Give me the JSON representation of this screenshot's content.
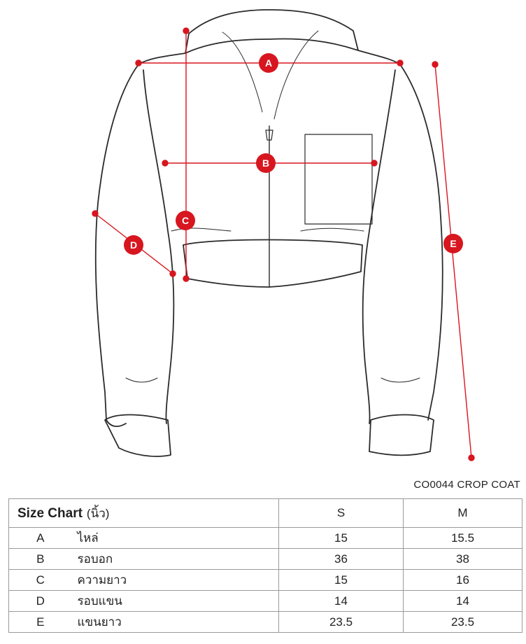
{
  "product_code": "CO0044 CROP COAT",
  "diagram": {
    "markers": [
      "A",
      "B",
      "C",
      "D",
      "E"
    ],
    "accent_color": "#d7161f",
    "garment_outline_color": "#2b2b2b"
  },
  "size_chart": {
    "title": "Size Chart",
    "unit": "(นิ้ว)",
    "sizes": [
      "S",
      "M"
    ],
    "rows": [
      {
        "code": "A",
        "label": "ไหล่",
        "values": [
          "15",
          "15.5"
        ]
      },
      {
        "code": "B",
        "label": "รอบอก",
        "values": [
          "36",
          "38"
        ]
      },
      {
        "code": "C",
        "label": "ความยาว",
        "values": [
          "15",
          "16"
        ]
      },
      {
        "code": "D",
        "label": "รอบแขน",
        "values": [
          "14",
          "14"
        ]
      },
      {
        "code": "E",
        "label": "แขนยาว",
        "values": [
          "23.5",
          "23.5"
        ]
      }
    ]
  }
}
